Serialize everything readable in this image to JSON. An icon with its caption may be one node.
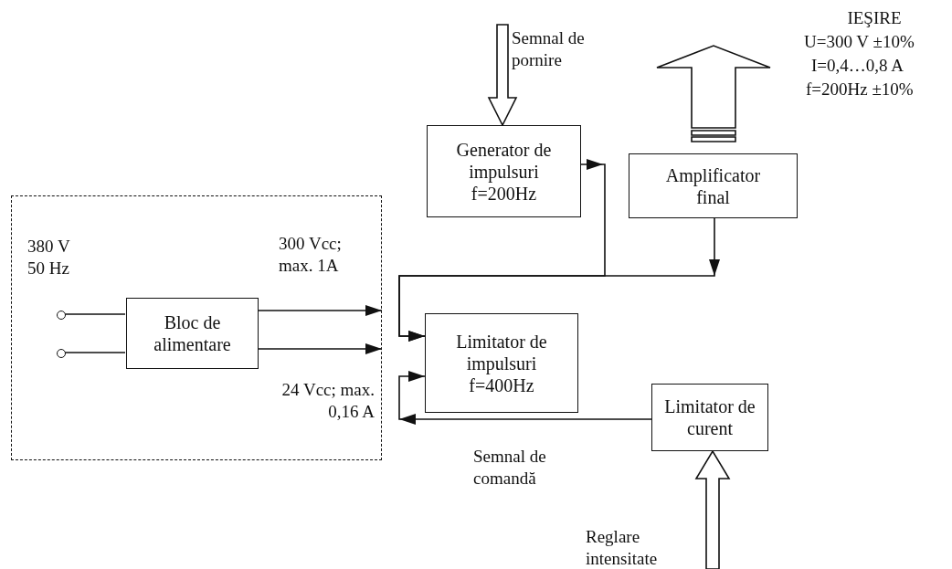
{
  "diagram": {
    "nodes": [
      {
        "text": [],
        "shape": "box"
      },
      {
        "text": [
          "Bloc de alimentare"
        ],
        "in": 0
      },
      {
        "text": [
          "Generator de impulsuri f=200Hz"
        ]
      },
      {
        "text": [
          "Amplificator final"
        ]
      },
      {
        "text": [
          "Limitator de impulsuri f=400Hz"
        ]
      },
      {
        "text": [
          "Limitator de curent"
        ]
      },
      {
        "text": [],
        "shape": "circle",
        "in": 0
      },
      {
        "text": [],
        "shape": "circle",
        "in": 0
      }
    ],
    "edges": [
      {
        "from": 6,
        "to": 1,
        "arrow": "none"
      },
      {
        "from": 7,
        "to": 1,
        "arrow": "none"
      },
      {
        "from": 1,
        "to": 0,
        "arrow": "to",
        "label": "300 Vcc; max. 1A"
      },
      {
        "from": 1,
        "to": 0,
        "arrow": "to",
        "label": "24 Vcc; max. 0,16 A"
      },
      {
        "from": null,
        "to": 2,
        "arrow": "to",
        "style": "thick",
        "label": "Semnal de pornire"
      },
      {
        "from": 3,
        "to": null,
        "arrow": "to",
        "style": "thick"
      },
      {
        "from": 2,
        "to": 4,
        "arrow": "to"
      },
      {
        "from": 3,
        "to": 4,
        "arrow": "to"
      },
      {
        "from": 5,
        "to": 4,
        "arrow": "to",
        "label": "Semnal de comandă"
      },
      {
        "from": null,
        "to": 5,
        "arrow": "to",
        "style": "thick",
        "label": "Reglare intensitate"
      }
    ],
    "labels": [
      "380 V 50 Hz",
      "IEŞIRE",
      "U=300 V ±10%",
      "I=0,4…0,8 A",
      "f=200Hz ±10%"
    ]
  }
}
